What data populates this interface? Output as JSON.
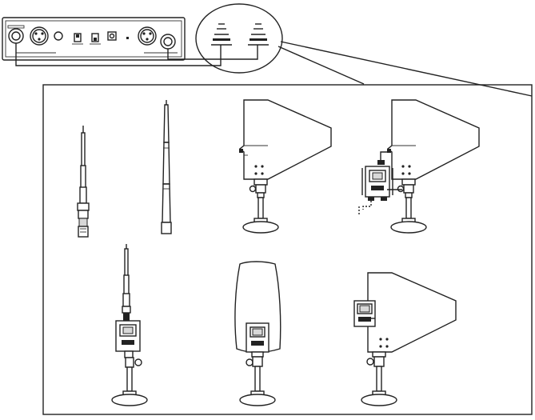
{
  "figure": {
    "kind": "antenna-setup-illustration",
    "receiver_label": "",
    "callout_label": "",
    "options": [
      {
        "id": "telescopic-antenna-short",
        "label": ""
      },
      {
        "id": "telescopic-antenna-long",
        "label": ""
      },
      {
        "id": "directional-paddle-antenna",
        "label": ""
      },
      {
        "id": "directional-paddle-with-booster",
        "label": ""
      },
      {
        "id": "whip-on-stand-with-booster",
        "label": ""
      },
      {
        "id": "rounded-panel-with-booster",
        "label": ""
      },
      {
        "id": "paddle-stand-side-booster",
        "label": ""
      }
    ]
  },
  "colors": {
    "line": "#222222",
    "background": "#ffffff",
    "fill_light": "#d8d8d8"
  },
  "icons": [
    "xlr-connector-icon",
    "bnc-connector-icon",
    "switch-icon",
    "dc-jack-icon"
  ]
}
